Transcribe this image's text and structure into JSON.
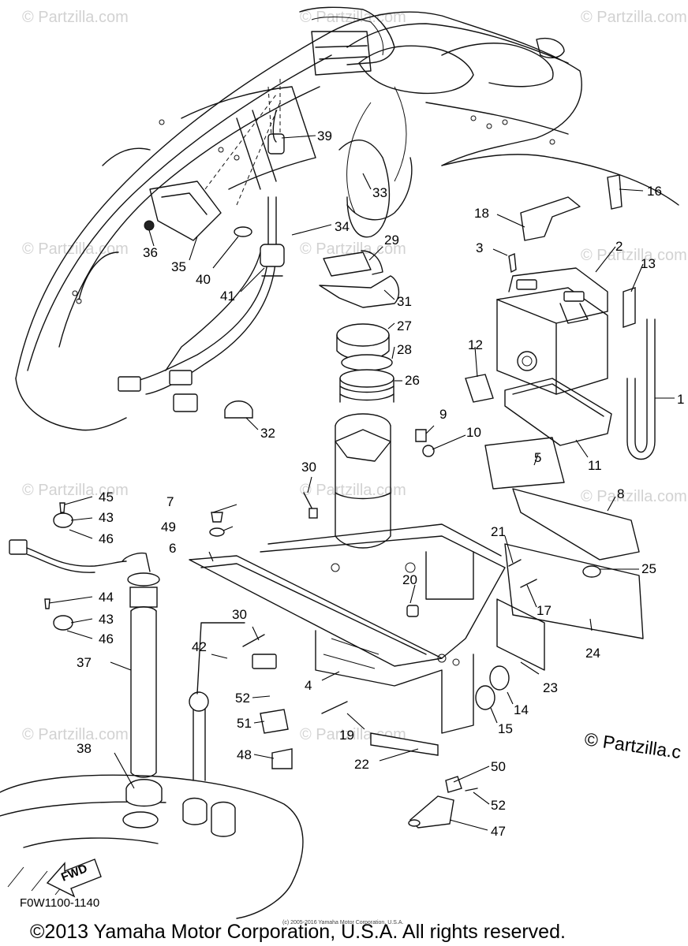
{
  "diagram_code": "F0W1100-1140",
  "watermark": "© Partzilla.com",
  "watermark_prominent": "© Partzilla.c",
  "copyright_small": "(c) 2005-2016 Yamaha Motor Corporation, U.S.A.",
  "copyright": "©2013 Yamaha Motor Corporation, U.S.A. All rights reserved.",
  "fwd_label": "FWD",
  "callouts": {
    "c1": "1",
    "c2": "2",
    "c3": "3",
    "c4": "4",
    "c5": "5",
    "c6": "6",
    "c7": "7",
    "c8": "8",
    "c9": "9",
    "c10": "10",
    "c11": "11",
    "c12": "12",
    "c13": "13",
    "c14": "14",
    "c15": "15",
    "c16": "16",
    "c17": "17",
    "c18": "18",
    "c19": "19",
    "c20": "20",
    "c21": "21",
    "c22": "22",
    "c23": "23",
    "c24": "24",
    "c25": "25",
    "c26": "26",
    "c27": "27",
    "c28": "28",
    "c29": "29",
    "c30a": "30",
    "c30b": "30",
    "c31": "31",
    "c32": "32",
    "c33": "33",
    "c34": "34",
    "c35": "35",
    "c36": "36",
    "c37": "37",
    "c38": "38",
    "c39": "39",
    "c40": "40",
    "c41": "41",
    "c42": "42",
    "c43a": "43",
    "c43b": "43",
    "c44": "44",
    "c45": "45",
    "c46a": "46",
    "c46b": "46",
    "c47": "47",
    "c48": "48",
    "c49": "49",
    "c50": "50",
    "c51": "51",
    "c52a": "52",
    "c52b": "52"
  }
}
